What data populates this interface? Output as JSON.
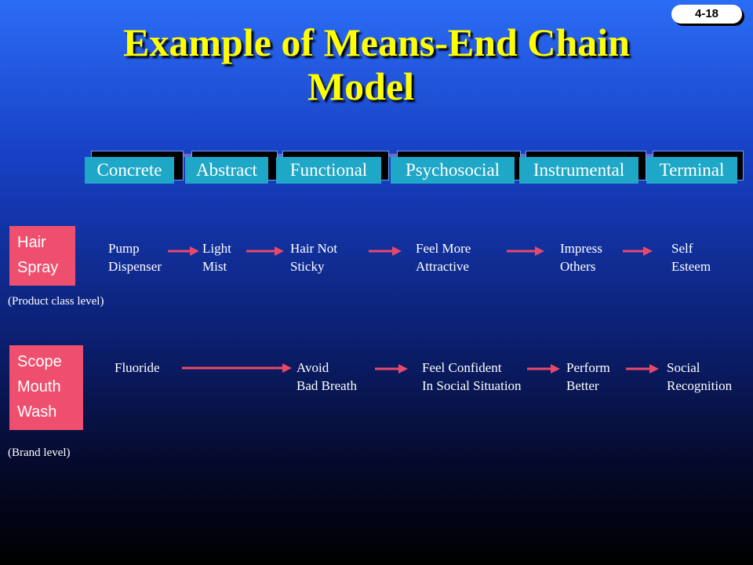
{
  "slide_number": "4-18",
  "title": {
    "line1": "Example of Means-End Chain",
    "line2": "Model"
  },
  "categories": [
    "Concrete",
    "Abstract",
    "Functional",
    "Psychosocial",
    "Instrumental",
    "Terminal"
  ],
  "rows": [
    {
      "product": [
        "Hair",
        "Spray"
      ],
      "level": "(Product class level)",
      "nodes": [
        [
          "Pump",
          "Dispenser"
        ],
        [
          "Light",
          "Mist"
        ],
        [
          "Hair Not",
          "Sticky"
        ],
        [
          "Feel More",
          "Attractive"
        ],
        [
          "Impress",
          "Others"
        ],
        [
          "Self",
          "Esteem"
        ]
      ]
    },
    {
      "product": [
        "Scope",
        "Mouth",
        "Wash"
      ],
      "level": "(Brand level)",
      "nodes": [
        [
          "Fluoride"
        ],
        [
          "Avoid",
          "Bad Breath"
        ],
        [
          "Feel Confident",
          "In Social Situation"
        ],
        [
          "Perform",
          "Better"
        ],
        [
          "Social",
          "Recognition"
        ]
      ]
    }
  ],
  "colors": {
    "arrow": "#e8496b",
    "category_fill": "#1fa7c8",
    "product_box": "#ef4f6e",
    "title": "#ffff00"
  }
}
